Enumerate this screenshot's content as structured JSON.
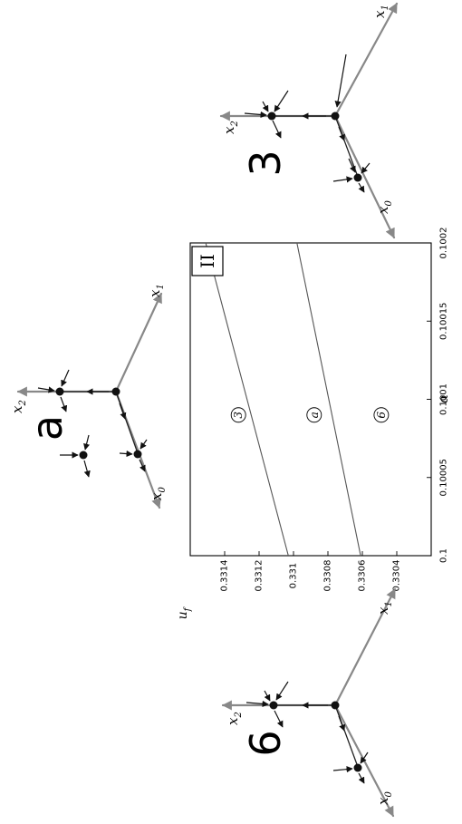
{
  "chart_data": {
    "type": "line",
    "title": "",
    "xlabel": "α",
    "ylabel": "u_f",
    "xlim": [
      0.1,
      0.1002
    ],
    "ylim": [
      0.3302,
      0.3316
    ],
    "x_ticks": [
      "0.1",
      "0.10005",
      "0.1001",
      "0.10015",
      "0.1002"
    ],
    "y_ticks": [
      "0.3304",
      "0.3306",
      "0.3308",
      "0.331",
      "0.3312",
      "0.3314"
    ],
    "panel_label": "II",
    "series": [
      {
        "x": [
          0.1,
          0.1002
        ],
        "y": [
          0.33103,
          0.33151
        ]
      },
      {
        "x": [
          0.1,
          0.1002
        ],
        "y": [
          0.33061,
          0.33098
        ]
      }
    ],
    "regions": [
      {
        "label": "3",
        "x": 0.10009,
        "y": 0.33132
      },
      {
        "label": "a",
        "x": 0.10009,
        "y": 0.33088
      },
      {
        "label": "6",
        "x": 0.10009,
        "y": 0.33049
      }
    ]
  },
  "insets": [
    {
      "label": "3",
      "axes": {
        "x0": "x",
        "x0_sub": "0",
        "x1": "x",
        "x1_sub": "1",
        "x2": "x",
        "x2_sub": "2"
      }
    },
    {
      "label": "a",
      "axes": {
        "x0": "x",
        "x0_sub": "0",
        "x1": "x",
        "x1_sub": "1",
        "x2": "x",
        "x2_sub": "2"
      }
    },
    {
      "label": "6",
      "axes": {
        "x0": "x",
        "x0_sub": "0",
        "x1": "x",
        "x1_sub": "1",
        "x2": "x",
        "x2_sub": "2"
      }
    }
  ]
}
